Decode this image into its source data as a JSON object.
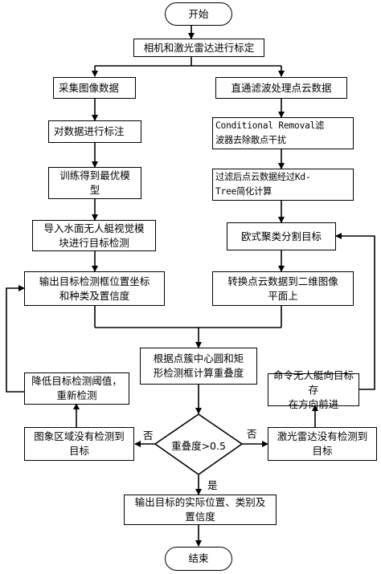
{
  "nodes": {
    "start": "开始",
    "calibrate": "相机和激光雷达进行标定",
    "collect_images": "采集图像数据",
    "annotate": "对数据进行标注",
    "train_model": "训练得到最优模型",
    "import_module": "导入水面无人艇视觉模块进行目标检测",
    "output_bbox": "输出目标检测框位置坐标和种类及置信度",
    "passthrough": "直通滤波处理点云数据",
    "conditional_removal": "Conditional Removal滤波器去除散点干扰",
    "kd_tree": "过滤后点云数据经过Kd-Tree简化计算",
    "euclidean": "欧式聚类分割目标",
    "convert_2d": "转换点云数据到二维图像平面上",
    "overlap_calc": "根据点簇中心圆和矩形检测框计算重叠度",
    "decision": "重叠度>0.5",
    "image_no_detect": "图象区域没有检测到目标",
    "lower_threshold": "降低目标检测阈值，重新检测",
    "lidar_no_detect": "激光雷达没有检测到目标",
    "command_boat": "命令无人艇向目标存在方向前进",
    "output_result": "输出目标的实际位置、类别及置信度",
    "end": "结束"
  },
  "labels": {
    "no_left": "否",
    "no_right": "否",
    "yes": "是"
  },
  "lines": {
    "train_model_l1": "训练得到最优模",
    "train_model_l2": "型",
    "import_module_l1": "导入水面无人艇视觉模",
    "import_module_l2": "块进行目标检测",
    "output_bbox_l1": "输出目标检测框位置坐标",
    "output_bbox_l2": "和种类及置信度",
    "conditional_removal_l1": "Conditional Removal滤",
    "conditional_removal_l2": "波器去除散点干扰",
    "kd_tree_l1": "过滤后点云数据经过Kd-",
    "kd_tree_l2": "Tree简化计算",
    "convert_2d_l1": "转换点云数据到二维图像",
    "convert_2d_l2": "平面上",
    "overlap_calc_l1": "根据点簇中心圆和矩",
    "overlap_calc_l2": "形检测框计算重叠度",
    "image_no_detect_l1": "图象区域没有检测到",
    "image_no_detect_l2": "目标",
    "lower_threshold_l1": "降低目标检测阈值，",
    "lower_threshold_l2": "重新检测",
    "lidar_no_detect_l1": "激光雷达没有检测到",
    "lidar_no_detect_l2": "目标",
    "command_boat_l1": "命令无人艇向目标存",
    "command_boat_l2": "在方向前进",
    "output_result_l1": "输出目标的实际位置、类别及",
    "output_result_l2": "置信度"
  }
}
